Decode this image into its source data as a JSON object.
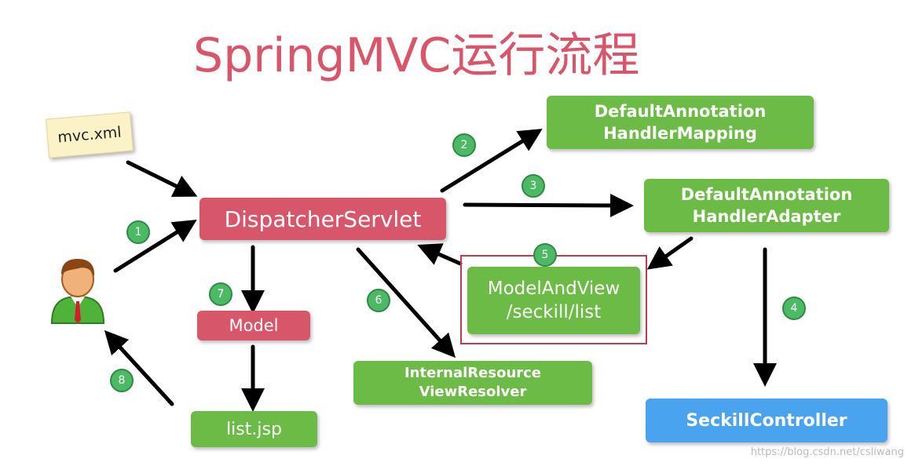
{
  "title": "SpringMVC运行流程",
  "nodes": {
    "mvc_xml": "mvc.xml",
    "dispatcher": "DispatcherServlet",
    "mapping_line1": "DefaultAnnotation",
    "mapping_line2": "HandlerMapping",
    "adapter_line1": "DefaultAnnotation",
    "adapter_line2": "HandlerAdapter",
    "mav_line1": "ModelAndView",
    "mav_line2": "/seckill/list",
    "model": "Model",
    "resolver_line1": "InternalResource",
    "resolver_line2": "ViewResolver",
    "listjsp": "list.jsp",
    "controller": "SeckillController"
  },
  "steps": [
    "1",
    "2",
    "3",
    "4",
    "5",
    "6",
    "7",
    "8"
  ],
  "watermark": "https://blog.csdn.net/csliwang",
  "colors": {
    "title": "#d9566a",
    "green": "#6bbb46",
    "red": "#d7566a",
    "blue": "#4aa3ee",
    "badge": "#4cb964",
    "highlight": "#c23a4e"
  },
  "icons": [
    "user-icon"
  ]
}
